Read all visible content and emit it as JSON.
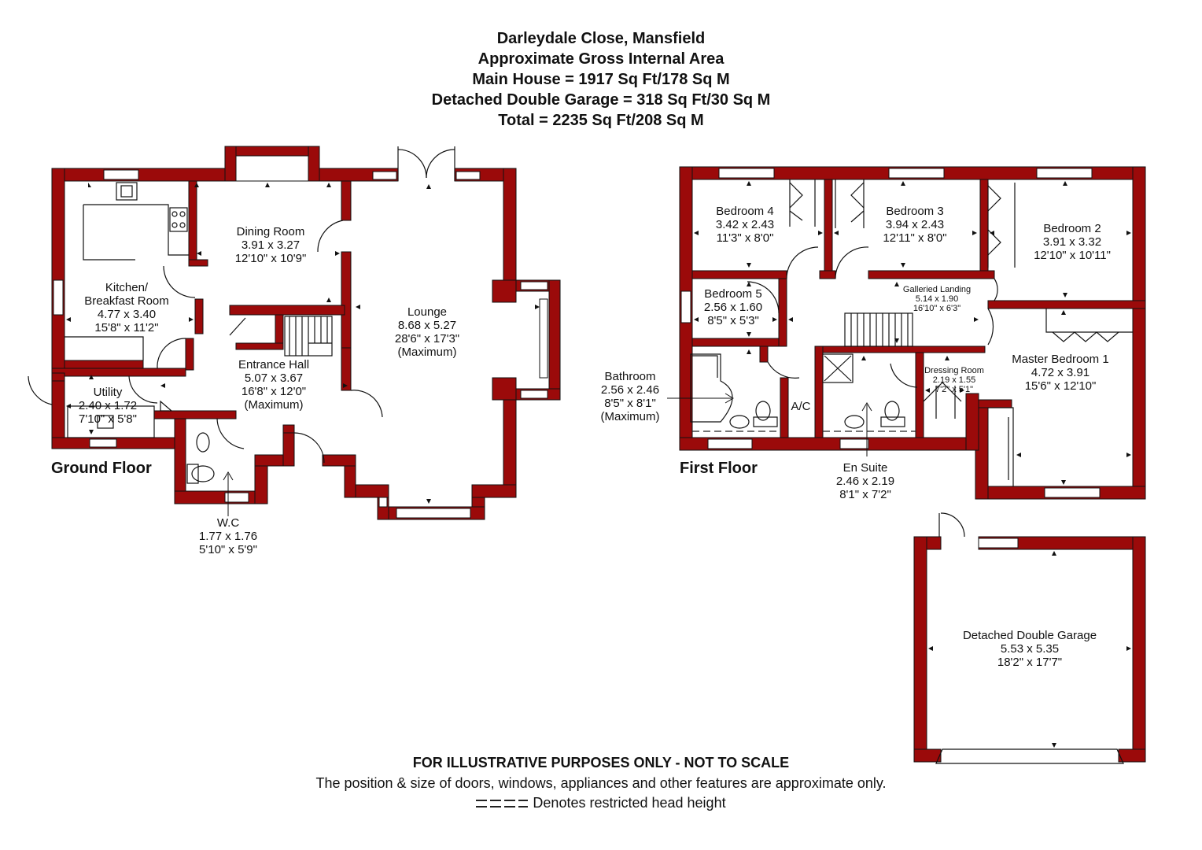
{
  "title": {
    "line1": "Darleydale Close, Mansfield",
    "line2": "Approximate Gross Internal Area",
    "line3": "Main House = 1917 Sq Ft/178 Sq M",
    "line4": "Detached Double Garage = 318 Sq Ft/30 Sq M",
    "line5": "Total = 2235 Sq Ft/208 Sq M"
  },
  "floors": {
    "ground": "Ground Floor",
    "first": "First Floor"
  },
  "rooms": {
    "kitchen": {
      "name1": "Kitchen/",
      "name2": "Breakfast Room",
      "metric": "4.77 x 3.40",
      "imperial": "15'8\" x 11'2\""
    },
    "dining": {
      "name": "Dining Room",
      "metric": "3.91 x 3.27",
      "imperial": "12'10\" x 10'9\""
    },
    "lounge": {
      "name": "Lounge",
      "metric": "8.68 x 5.27",
      "imperial": "28'6\" x 17'3\"",
      "note": "(Maximum)"
    },
    "entrance": {
      "name": "Entrance Hall",
      "metric": "5.07 x 3.67",
      "imperial": "16'8\" x 12'0\"",
      "note": "(Maximum)"
    },
    "utility": {
      "name": "Utility",
      "metric": "2.40 x 1.72",
      "imperial": "7'10\" x 5'8\""
    },
    "wc": {
      "name": "W.C",
      "metric": "1.77 x 1.76",
      "imperial": "5'10\" x 5'9\""
    },
    "bedroom4": {
      "name": "Bedroom 4",
      "metric": "3.42 x 2.43",
      "imperial": "11'3\" x 8'0\""
    },
    "bedroom3": {
      "name": "Bedroom 3",
      "metric": "3.94 x 2.43",
      "imperial": "12'11\" x 8'0\""
    },
    "bedroom2": {
      "name": "Bedroom 2",
      "metric": "3.91 x 3.32",
      "imperial": "12'10\" x 10'11\""
    },
    "bedroom5": {
      "name": "Bedroom 5",
      "metric": "2.56 x 1.60",
      "imperial": "8'5\" x 5'3\""
    },
    "landing": {
      "name": "Galleried Landing",
      "metric": "5.14 x 1.90",
      "imperial": "16'10\" x 6'3\""
    },
    "bathroom": {
      "name": "Bathroom",
      "metric": "2.56 x 2.46",
      "imperial": "8'5\" x 8'1\"",
      "note": "(Maximum)"
    },
    "ac": {
      "name": "A/C"
    },
    "dressing": {
      "name": "Dressing Room",
      "metric": "2.19 x 1.55",
      "imperial": "7'2\" x 5'1\""
    },
    "master": {
      "name": "Master Bedroom 1",
      "metric": "4.72 x 3.91",
      "imperial": "15'6\" x 12'10\""
    },
    "ensuite": {
      "name": "En Suite",
      "metric": "2.46 x 2.19",
      "imperial": "8'1\" x 7'2\""
    },
    "garage": {
      "name": "Detached Double Garage",
      "metric": "5.53 x 5.35",
      "imperial": "18'2\" x 17'7\""
    }
  },
  "footer": {
    "line1": "FOR ILLUSTRATIVE PURPOSES ONLY - NOT TO SCALE",
    "line2": "The position & size of doors, windows, appliances and other features are approximate only.",
    "line3": "Denotes restricted head height"
  },
  "colors": {
    "wall": "#9b0a0a",
    "line": "#111111"
  }
}
